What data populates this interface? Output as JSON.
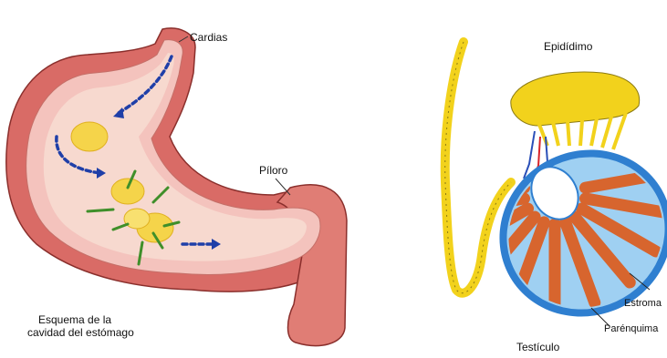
{
  "stomach": {
    "labels": {
      "cardias": "Cardias",
      "piloro": "Píloro",
      "caption_line1": "Esquema de la",
      "caption_line2": "cavidad del estómago"
    },
    "colors": {
      "outer_wall": "#d96b66",
      "inner_lining": "#f4c3bd",
      "cavity": "#f7d9cf",
      "duodenum": "#e07d75",
      "flow_arrows": "#1f3fa8",
      "gastric_glands": "#3f8f2a",
      "food_mass": "#f5d44a"
    }
  },
  "testis": {
    "labels": {
      "epididimo": "Epidídimo",
      "estroma": "Estroma",
      "parenquima": "Parénquima",
      "testiculo": "Testículo"
    },
    "colors": {
      "epididymis": "#f2d21c",
      "tunica": "#2f7fd0",
      "lobules": "#d7652e",
      "septa": "#9fd0f2",
      "vessels_red": "#d8242a",
      "vessels_blue": "#2a4fb8"
    }
  }
}
